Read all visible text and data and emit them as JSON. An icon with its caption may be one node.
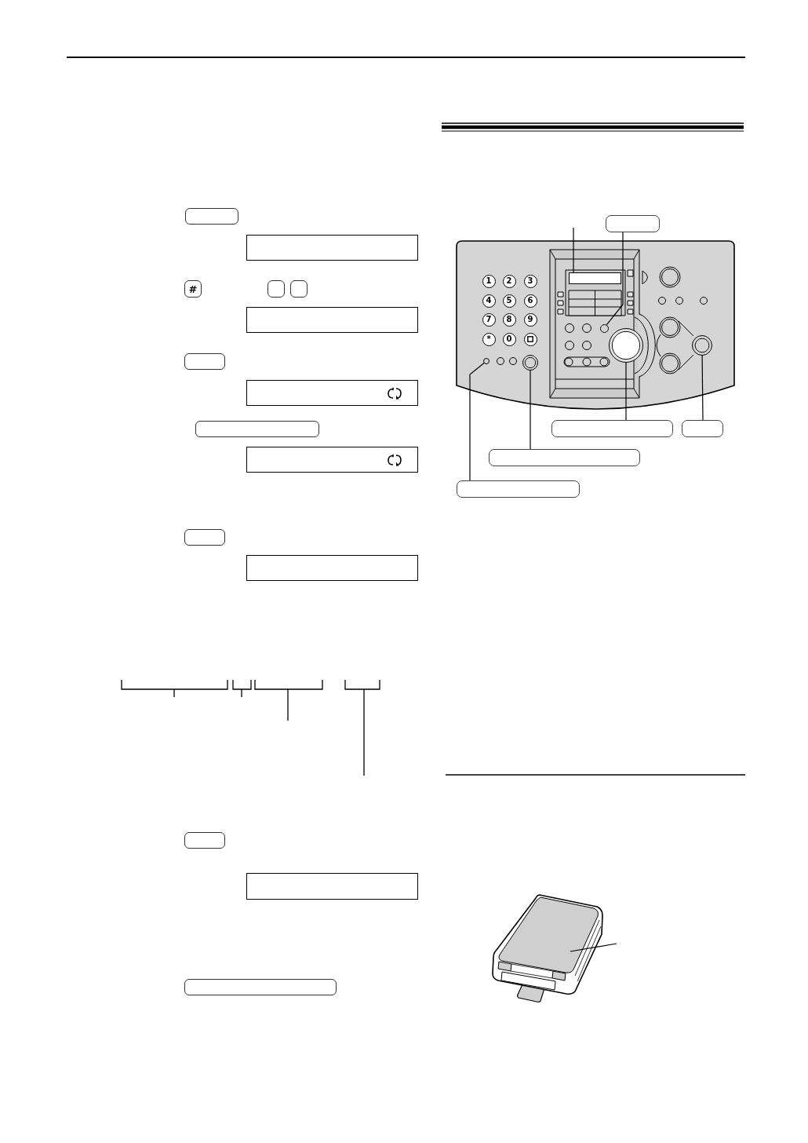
{
  "diagram": {
    "nodes": [
      {
        "text": [],
        "shape": "box"
      },
      {
        "text": [],
        "shape": "box"
      },
      {
        "text": [
          "#"
        ]
      },
      {
        "text": [],
        "shape": "box"
      },
      {
        "text": [],
        "shape": "box"
      },
      {
        "text": [],
        "shape": "box"
      },
      {
        "text": [],
        "shape": "box"
      },
      {
        "text": [],
        "shape": "box"
      },
      {
        "text": [],
        "shape": "box"
      },
      {
        "text": [],
        "shape": "box"
      },
      {
        "text": [],
        "shape": "box"
      },
      {
        "text": [],
        "shape": "box"
      },
      {
        "text": [],
        "shape": "box"
      },
      {
        "text": [],
        "shape": "box"
      },
      {
        "text": [],
        "shape": "box"
      },
      {
        "text": [],
        "shape": "box"
      },
      {
        "text": [],
        "shape": "picture"
      },
      {
        "text": [
          "1"
        ],
        "in": 16
      },
      {
        "text": [
          "2"
        ],
        "in": 16
      },
      {
        "text": [
          "3"
        ],
        "in": 16
      },
      {
        "text": [
          "4"
        ],
        "in": 16
      },
      {
        "text": [
          "5"
        ],
        "in": 16
      },
      {
        "text": [
          "6"
        ],
        "in": 16
      },
      {
        "text": [
          "7"
        ],
        "in": 16
      },
      {
        "text": [
          "8"
        ],
        "in": 16
      },
      {
        "text": [
          "9"
        ],
        "in": 16
      },
      {
        "text": [
          "*"
        ],
        "in": 16
      },
      {
        "text": [
          "0"
        ],
        "in": 16
      },
      {
        "text": [],
        "shape": "circle",
        "in": 16
      },
      {
        "text": [],
        "shape": "box",
        "in": 16
      },
      {
        "text": [],
        "shape": "circle",
        "in": 16
      },
      {
        "text": [],
        "shape": "circle",
        "in": 16
      },
      {
        "text": [],
        "shape": "circle",
        "in": 16
      },
      {
        "text": [],
        "shape": "circle",
        "in": 16
      },
      {
        "text": [],
        "shape": "circle",
        "in": 16
      },
      {
        "text": [],
        "shape": "box"
      },
      {
        "text": [],
        "shape": "box"
      },
      {
        "text": [],
        "shape": "box"
      },
      {
        "text": [],
        "shape": "box"
      },
      {
        "text": [],
        "shape": "picture"
      }
    ],
    "edges": [
      {
        "from": null,
        "to": 29,
        "arrow": "none"
      },
      {
        "from": 15,
        "to": 30,
        "arrow": "none"
      },
      {
        "from": 35,
        "to": 31,
        "arrow": "none"
      },
      {
        "from": 36,
        "to": 32,
        "arrow": "none"
      },
      {
        "from": 37,
        "to": 33,
        "arrow": "none"
      },
      {
        "from": 38,
        "to": 34,
        "arrow": "none"
      },
      {
        "from": null,
        "to": 39,
        "arrow": "none"
      }
    ]
  }
}
